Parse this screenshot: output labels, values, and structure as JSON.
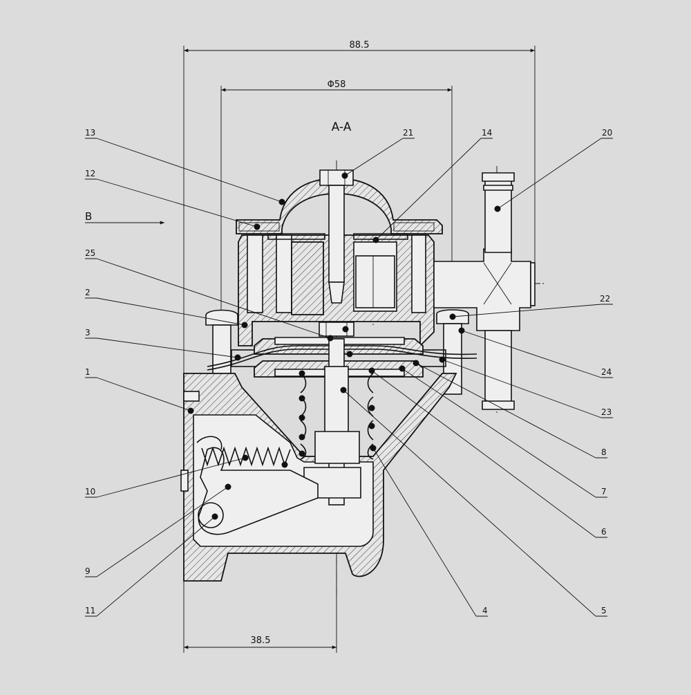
{
  "section_label": "A-A",
  "view_label": "B",
  "dimensions": {
    "overall_width": "88.5",
    "diameter": "Φ58",
    "offset": "38.5"
  },
  "callouts": {
    "left": [
      "13",
      "12",
      "25",
      "2",
      "3",
      "1",
      "10",
      "9",
      "11"
    ],
    "right": [
      "21",
      "14",
      "20",
      "22",
      "24",
      "23",
      "8",
      "7",
      "6",
      "4",
      "5"
    ]
  },
  "colors": {
    "background": "#dcdcdc",
    "line": "#111111",
    "fill": "#efefef"
  }
}
